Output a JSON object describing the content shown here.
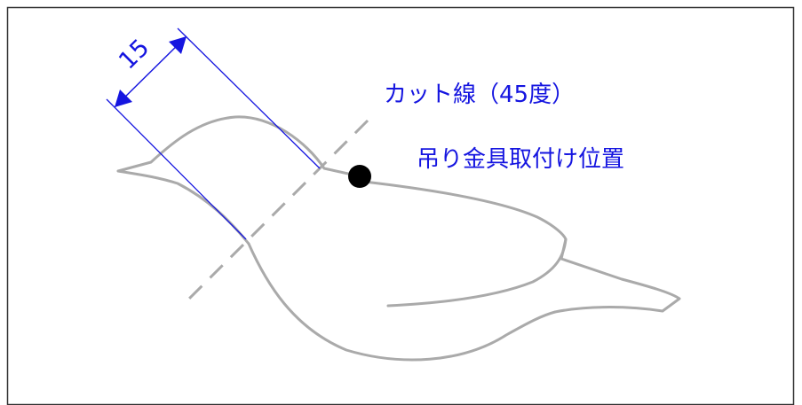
{
  "labels": {
    "cut_line": "カット線（45度）",
    "hanger_position": "吊り金具取付け位置",
    "dimension": "15"
  },
  "colors": {
    "outline": "#aaaaaa",
    "annotation": "#1515e0",
    "hanger_dot": "#000000",
    "frame": "#333333"
  }
}
